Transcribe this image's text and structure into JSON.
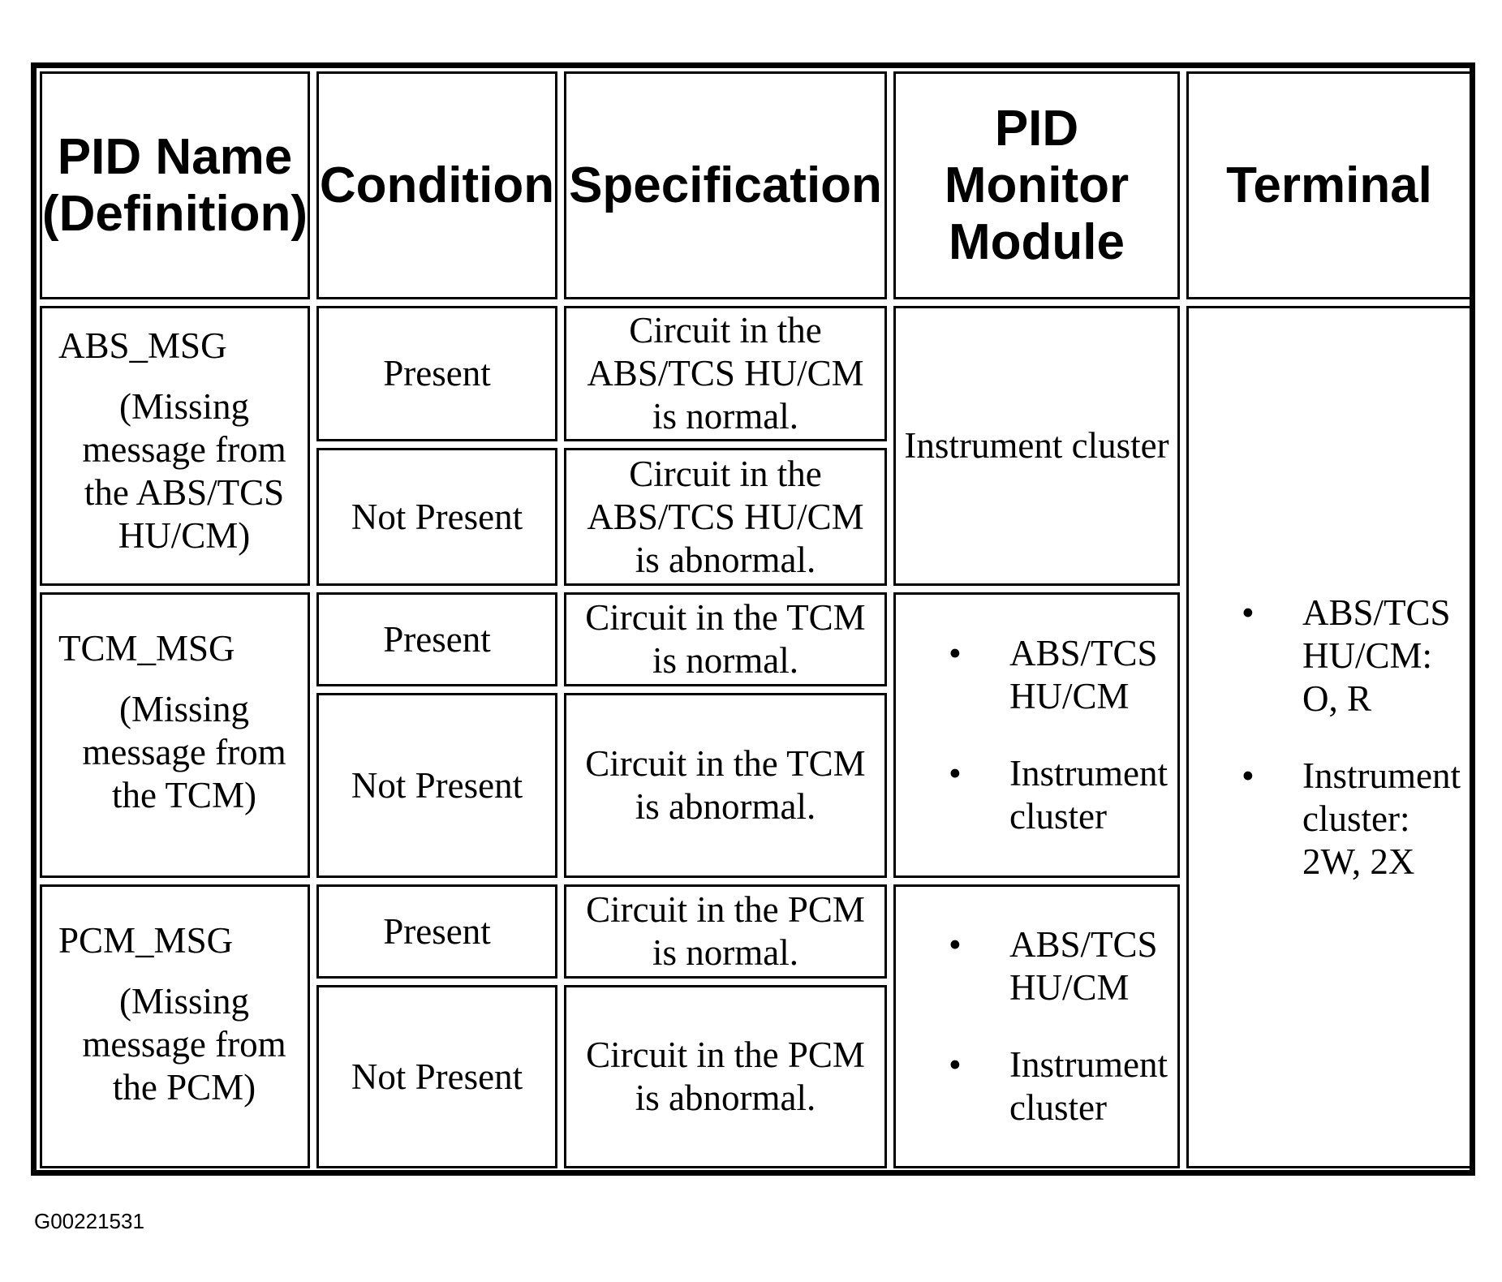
{
  "table": {
    "headers": {
      "pid_name": "PID Name (Definition)",
      "condition": "Condition",
      "specification": "Specification",
      "monitor_module": "PID Monitor Module",
      "terminal": "Terminal"
    },
    "groups": [
      {
        "pid": "ABS_MSG",
        "definition": "(Missing message from the ABS/TCS HU/CM)",
        "rows": [
          {
            "condition": "Present",
            "specification": "Circuit in the ABS/TCS HU/CM is normal."
          },
          {
            "condition": "Not Present",
            "specification": "Circuit in the ABS/TCS HU/CM is abnormal."
          }
        ],
        "monitor_text": "Instrument cluster"
      },
      {
        "pid": "TCM_MSG",
        "definition": "(Missing message from the TCM)",
        "rows": [
          {
            "condition": "Present",
            "specification": "Circuit in the TCM is normal."
          },
          {
            "condition": "Not Present",
            "specification": "Circuit in the TCM is abnormal."
          }
        ],
        "monitor_bullets": [
          "ABS/TCS HU/CM",
          "Instrument cluster"
        ]
      },
      {
        "pid": "PCM_MSG",
        "definition": "(Missing message from the PCM)",
        "rows": [
          {
            "condition": "Present",
            "specification": "Circuit in the PCM is normal."
          },
          {
            "condition": "Not Present",
            "specification": "Circuit in the PCM is abnormal."
          }
        ],
        "monitor_bullets": [
          "ABS/TCS HU/CM",
          "Instrument cluster"
        ]
      }
    ],
    "terminal_bullets": [
      "ABS/TCS HU/CM: O, R",
      "Instrument cluster: 2W, 2X"
    ],
    "bullet_symbol": "•"
  },
  "figure_id": "G00221531"
}
